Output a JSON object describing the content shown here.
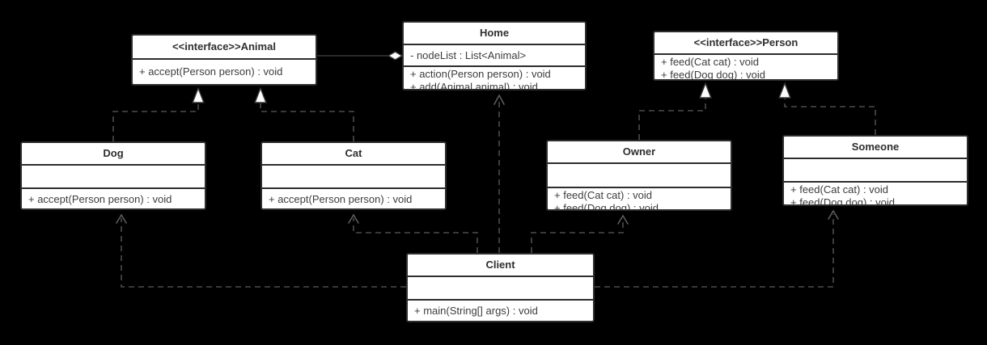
{
  "colors": {
    "background": "#000000",
    "box_fill": "#ffffff",
    "box_border": "#2d2d2d",
    "title_text": "#2f2f2f",
    "member_text": "#3d3d3d",
    "dashed_line": "#4c4c4c",
    "solid_line": "#383838",
    "arrowhead_fill": "#fcfcfc"
  },
  "classes": {
    "animal": {
      "title": "<<interface>>Animal",
      "attributes": [],
      "methods": [
        "+ accept(Person person) : void"
      ]
    },
    "home": {
      "title": "Home",
      "attributes": [
        "- nodeList : List<Animal>"
      ],
      "methods": [
        "+ action(Person person) : void",
        "+ add(Animal animal) : void"
      ]
    },
    "person": {
      "title": "<<interface>>Person",
      "attributes": [],
      "methods": [
        "+ feed(Cat cat) : void",
        "+ feed(Dog dog) : void"
      ]
    },
    "dog": {
      "title": "Dog",
      "attributes": [],
      "methods": [
        "+ accept(Person person) : void"
      ]
    },
    "cat": {
      "title": "Cat",
      "attributes": [],
      "methods": [
        "+ accept(Person person) : void"
      ]
    },
    "owner": {
      "title": "Owner",
      "attributes": [],
      "methods": [
        "+ feed(Cat cat) : void",
        "+ feed(Dog dog) : void"
      ]
    },
    "someone": {
      "title": "Someone",
      "attributes": [],
      "methods": [
        "+ feed(Cat cat) : void",
        "+ feed(Dog dog) : void"
      ]
    },
    "client": {
      "title": "Client",
      "attributes": [],
      "methods": [
        "+ main(String[] args) : void"
      ]
    }
  },
  "relationships": [
    {
      "from": "Dog",
      "to": "Animal",
      "type": "realization"
    },
    {
      "from": "Cat",
      "to": "Animal",
      "type": "realization"
    },
    {
      "from": "Owner",
      "to": "Person",
      "type": "realization"
    },
    {
      "from": "Someone",
      "to": "Person",
      "type": "realization"
    },
    {
      "from": "Home",
      "to": "Animal",
      "type": "aggregation"
    },
    {
      "from": "Client",
      "to": "Home",
      "type": "dependency"
    },
    {
      "from": "Client",
      "to": "Cat",
      "type": "dependency"
    },
    {
      "from": "Client",
      "to": "Owner",
      "type": "dependency"
    },
    {
      "from": "Client",
      "to": "Dog",
      "type": "dependency"
    },
    {
      "from": "Client",
      "to": "Someone",
      "type": "dependency"
    }
  ]
}
